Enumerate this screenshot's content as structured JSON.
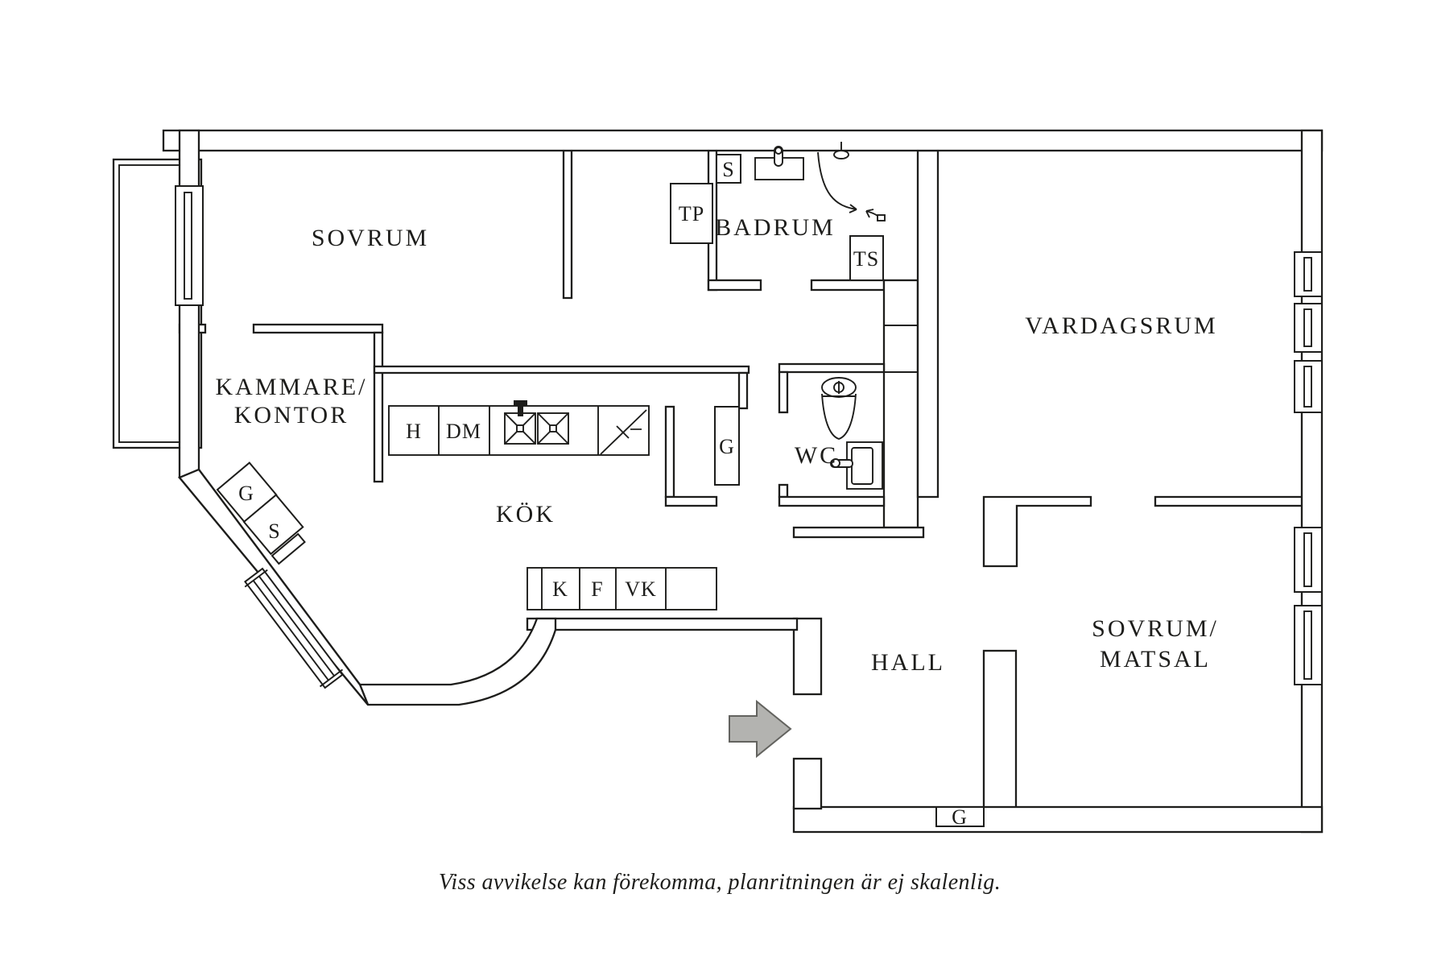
{
  "plan": {
    "rooms": {
      "sovrum": "SOVRUM",
      "kammare_line1": "KAMMARE/",
      "kammare_line2": "KONTOR",
      "kok": "KÖK",
      "badrum": "BADRUM",
      "vardagsrum": "VARDAGSRUM",
      "wc": "WC",
      "hall": "HALL",
      "sovrum_matsal_line1": "SOVRUM/",
      "sovrum_matsal_line2": "MATSAL"
    },
    "closets": {
      "s_badrum": "S",
      "tp": "TP",
      "ts": "TS",
      "g_diagonal": "G",
      "s_diagonal": "S",
      "h": "H",
      "dm": "DM",
      "g_kok": "G",
      "k": "K",
      "f": "F",
      "vk": "VK",
      "g_hall": "G"
    },
    "caption": "Viss avvikelse kan förekomma, planritningen är ej skalenlig.",
    "colors": {
      "line": "#1d1d1b",
      "arrow_fill": "#b3b3b0",
      "arrow_stroke": "#63635f",
      "background": "#ffffff"
    }
  }
}
